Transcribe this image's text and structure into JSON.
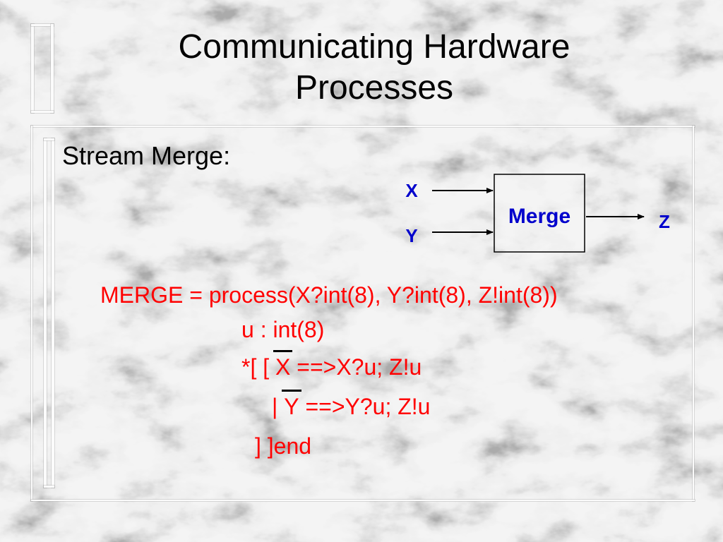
{
  "slide": {
    "title_line1": "Communicating Hardware",
    "title_line2": "Processes",
    "subtitle": "Stream Merge:"
  },
  "diagram": {
    "input_x": "X",
    "input_y": "Y",
    "block_label": "Merge",
    "output_z": "Z",
    "label_color": "#0000cc"
  },
  "code": {
    "line1": "MERGE = process(X?int(8), Y?int(8), Z!int(8))",
    "line2": "u : int(8)",
    "line3_prefix": "*[ [ ",
    "line3_guard": "X",
    "line3_rest": " ==>X?u; Z!u",
    "line4_prefix": "| ",
    "line4_guard": "Y",
    "line4_rest": " ==>Y?u; Z!u",
    "line5": "] ]end",
    "color": "#ff0000"
  }
}
